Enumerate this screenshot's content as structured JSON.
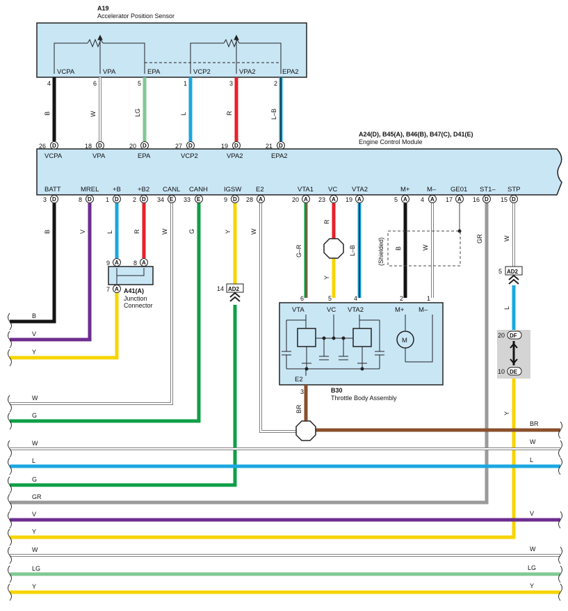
{
  "sensor": {
    "id": "A19",
    "name": "Accelerator Position Sensor",
    "terminals": [
      "VCPA",
      "VPA",
      "EPA",
      "VCP2",
      "VPA2",
      "EPA2"
    ],
    "pins": [
      "4",
      "6",
      "5",
      "1",
      "3",
      "2"
    ]
  },
  "ecm_top": {
    "ids": "A24(D), B45(A), B46(B), B47(C), D41(E)",
    "name": "Engine Control Module",
    "terminals": [
      "VCPA",
      "VPA",
      "EPA",
      "VCP2",
      "VPA2",
      "EPA2"
    ],
    "pins": [
      "26",
      "18",
      "20",
      "27",
      "19",
      "21"
    ],
    "conns": [
      "D",
      "D",
      "D",
      "D",
      "D",
      "D"
    ]
  },
  "ecm_bottom": {
    "terminals": [
      "BATT",
      "MREL",
      "+B",
      "+B2",
      "CANL",
      "CANH",
      "IGSW",
      "E2",
      "VTA1",
      "VC",
      "VTA2",
      "M+",
      "M–",
      "GE01",
      "ST1–",
      "STP"
    ],
    "pins": [
      "3",
      "8",
      "1",
      "2",
      "34",
      "33",
      "9",
      "28",
      "20",
      "23",
      "19",
      "5",
      "4",
      "17",
      "16",
      "15"
    ],
    "conns": [
      "D",
      "D",
      "D",
      "D",
      "E",
      "E",
      "D",
      "A",
      "A",
      "A",
      "A",
      "A",
      "A",
      "A",
      "D",
      "D"
    ]
  },
  "wire_colors_top": [
    "B",
    "W",
    "LG",
    "L",
    "R",
    "L–B"
  ],
  "wire_colors_mid": [
    "B",
    "V",
    "L",
    "R",
    "W",
    "G",
    "Y",
    "W",
    "G–R",
    "R",
    "Y",
    "L–B",
    "B",
    "W",
    "GR",
    "W",
    "L",
    "Y"
  ],
  "shielded": "(Shielded)",
  "junction": {
    "id": "A41(A)",
    "line1": "Junction",
    "line2": "Connector",
    "pins": [
      "9",
      "8",
      "7"
    ],
    "conns": [
      "A",
      "A",
      "A"
    ]
  },
  "ad2": {
    "label": "AD2",
    "pin_left": "14",
    "pin_right": "5"
  },
  "inline_conn": {
    "top": "DF",
    "bottom": "DE",
    "pin_top": "20",
    "pin_bottom": "10"
  },
  "throttle": {
    "id": "B30",
    "name": "Throttle Body Assembly",
    "terminals": [
      "VTA",
      "VC",
      "VTA2",
      "M+",
      "M–",
      "E2"
    ],
    "pins": [
      "6",
      "5",
      "4",
      "2",
      "1",
      "3"
    ],
    "motor": "M"
  },
  "bus_left": [
    "B",
    "V",
    "Y",
    "W",
    "G",
    "W",
    "L",
    "G",
    "GR",
    "V",
    "Y",
    "W",
    "LG",
    "Y"
  ],
  "bus_right": [
    "BR",
    "W",
    "L",
    "V",
    "W",
    "LG",
    "Y"
  ],
  "wire_hex": {
    "B": "#141414",
    "W": "#ffffff",
    "LG": "#80c894",
    "L": "#1aa7e0",
    "R": "#e8202a",
    "V": "#6c2d8f",
    "Y": "#f7d400",
    "G": "#0e9f47",
    "GR": "#9a9a9a",
    "BR": "#8a4f2c",
    "box": "#c9e6f5"
  }
}
